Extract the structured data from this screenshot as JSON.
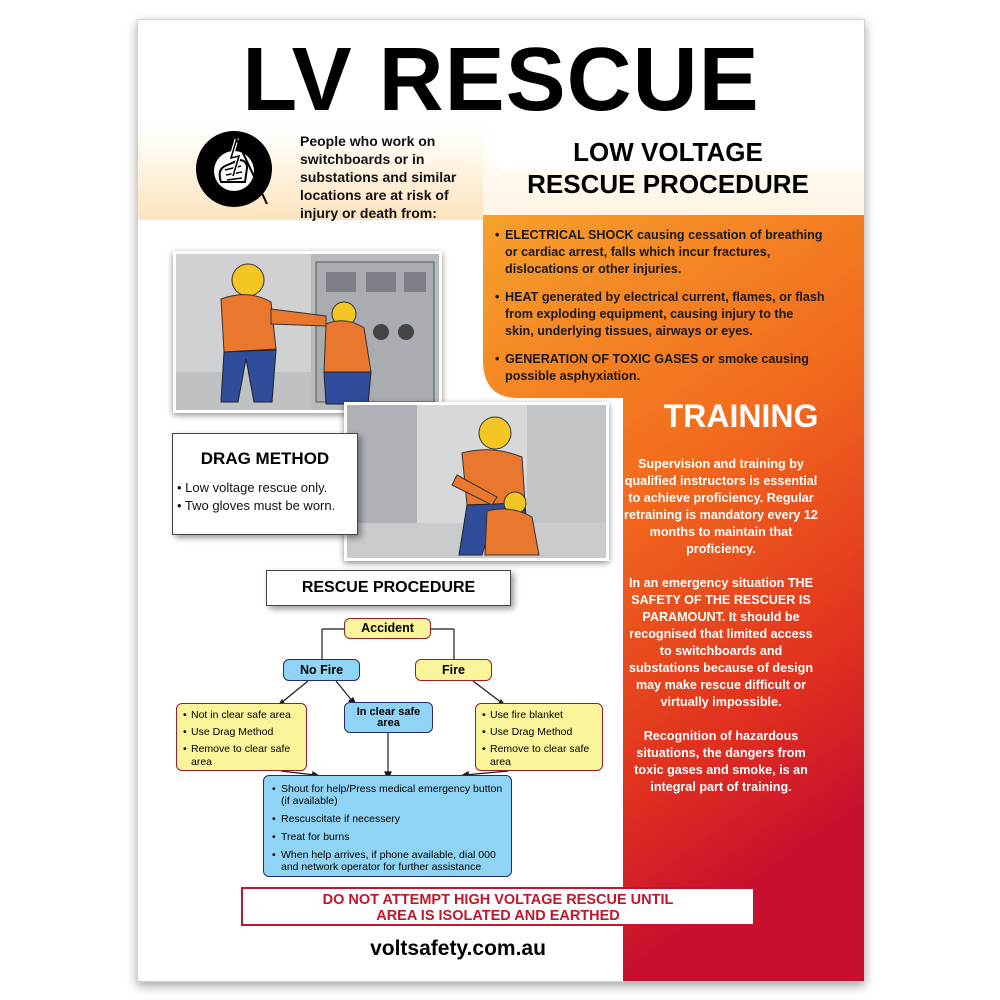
{
  "colors": {
    "orange": "#f39a2a",
    "red": "#c8102e",
    "peach": "#fde3bf",
    "flow_yellow": "#faf59a",
    "flow_blue": "#8fd3f5",
    "warning_red": "#c0162c"
  },
  "poster": {
    "title": "LV RESCUE",
    "subtitle_line1": "LOW VOLTAGE",
    "subtitle_line2": "RESCUE PROCEDURE",
    "intro": "People who work on switchboards or in substations and similar locations are at risk of injury or death from:",
    "icon": "electric-hand-hazard-icon",
    "risks": [
      "ELECTRICAL SHOCK causing cessation of breathing or cardiac arrest, falls which incur fractures, dislocations or other injuries.",
      "HEAT generated by electrical current, flames, or flash from exploding equipment, causing injury to the skin, underlying tissues, airways or eyes.",
      "GENERATION OF TOXIC GASES or smoke causing possible asphyxiation."
    ],
    "drag": {
      "title": "DRAG METHOD",
      "items": [
        "• Low voltage rescue only.",
        "• Two gloves must be worn."
      ]
    },
    "rescue_procedure_label": "RESCUE PROCEDURE",
    "flow": {
      "accident": "Accident",
      "no_fire": "No Fire",
      "fire": "Fire",
      "clear_line1": "In clear safe",
      "clear_line2": "area",
      "left": [
        "Not in clear safe area",
        "Use Drag Method",
        "Remove to clear safe area"
      ],
      "right": [
        "Use fire blanket",
        "Use Drag Method",
        "Remove to clear safe area"
      ],
      "bottom": [
        "Shout for help/Press medical emergency button (if available)",
        "Rescuscitate if necessery",
        "Treat for burns",
        "When help arrives, if phone available, dial 000 and network operator for further assistance"
      ]
    },
    "warning_line1": "DO NOT ATTEMPT HIGH VOLTAGE RESCUE UNTIL",
    "warning_line2": "AREA IS ISOLATED AND EARTHED",
    "website": "voltsafety.com.au",
    "training": {
      "title": "TRAINING",
      "paragraphs": [
        "Supervision and training by qualified instructors is essential to achieve proficiency. Regular retraining is mandatory every 12 months to maintain that proficiency.",
        "In an emergency situation THE SAFETY OF THE RESCUER IS PARAMOUNT. It should be recognised that limited access to switchboards and substations because of design may make rescue difficult or virtually impossible.",
        "Recognition of hazardous situations, the dangers from toxic gases and smoke, is an integral part of training."
      ]
    }
  }
}
